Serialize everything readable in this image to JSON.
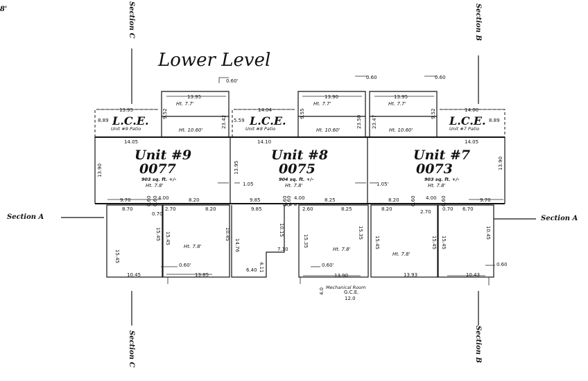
{
  "corner_mark": "8'",
  "title": "Lower Level",
  "sections": {
    "a": "Section A",
    "b": "Section B",
    "c": "Section C"
  },
  "units": [
    {
      "name": "Unit #9",
      "number": "0077",
      "area": "903 sq. ft. +/-",
      "height": "Ht. 7.8'"
    },
    {
      "name": "Unit #8",
      "number": "0075",
      "area": "904 sq. ft. +/-",
      "height": "Ht. 7.8'"
    },
    {
      "name": "Unit #7",
      "number": "0073",
      "area": "903 sq. ft. +/-",
      "height": "Ht. 7.8'"
    }
  ],
  "lce": [
    {
      "label": "L.C.E.",
      "sub": "Unit #9 Patio"
    },
    {
      "label": "L.C.E.",
      "sub": "Unit #8 Patio"
    },
    {
      "label": "L.C.E.",
      "sub": "Unit #7 Patio"
    }
  ],
  "heights": {
    "h77": "Ht. 7.7'",
    "h106": "Ht. 10.60'",
    "h78": "Ht. 7.8'"
  },
  "mech": {
    "label": "Mechanical Room",
    "gce": "G.C.E.",
    "width": "12.0",
    "depth": "4.0"
  },
  "dims": {
    "d060p": "0.60'",
    "d060": "0.60",
    "d1395": "13.95",
    "d1390": "13.90",
    "d1404": "14.04",
    "d1400": "14.00",
    "d889": "8.89",
    "d559": "5.59",
    "d952": "9.52",
    "d955": "9.55",
    "d2342": "23.42",
    "d2350": "23.50",
    "d2347": "23.47",
    "d1405": "14.05",
    "d1410": "14.10",
    "d1390b": "13.90",
    "d1395b": "13.95",
    "d105": "1.05",
    "d105p": "1.05'",
    "d970": "9.70",
    "d400": "4.00",
    "d820": "8.20",
    "d985": "9.85",
    "d825": "8.25",
    "d070": "0.70",
    "d270": "2.70",
    "d260": "2.60",
    "d870": "8.70",
    "d670": "6.70",
    "d1545": "15.45",
    "d1535": "15.35",
    "d1015": "10.15",
    "d1476": "14.76",
    "d411": "4.11",
    "d710": "7.10",
    "d640": "6.40",
    "d1045": "10.45",
    "d1385": "13.85",
    "d1393": "13.93",
    "d1390c": "13.90",
    "d1043": "10.43"
  }
}
